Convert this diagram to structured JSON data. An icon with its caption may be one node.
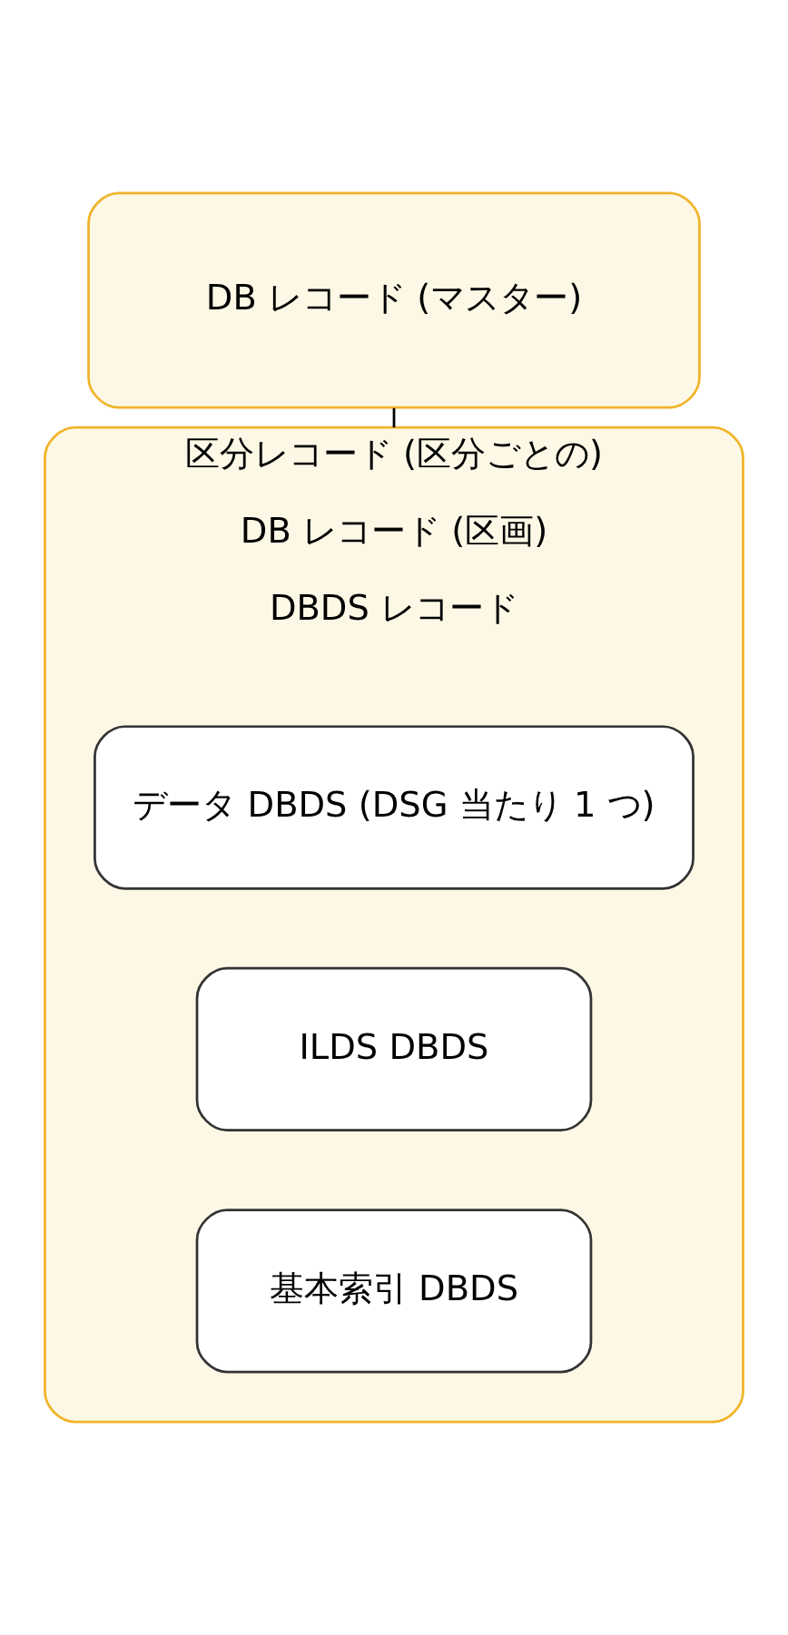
{
  "diagram": {
    "nodes": [
      {
        "text": [
          "DB レコード (マスター)"
        ]
      },
      {
        "text": [
          "区分レコード (区分ごとの)",
          "DB レコード (区画)",
          "DBDS レコード"
        ]
      },
      {
        "text": [
          "データ DBDS (DSG 当たり 1 つ)"
        ],
        "in": 1
      },
      {
        "text": [
          "ILDS DBDS"
        ],
        "in": 1
      },
      {
        "text": [
          "基本索引 DBDS"
        ],
        "in": 1
      }
    ],
    "edges": [
      {
        "from": 0,
        "to": 1,
        "arrow": "none"
      }
    ]
  }
}
